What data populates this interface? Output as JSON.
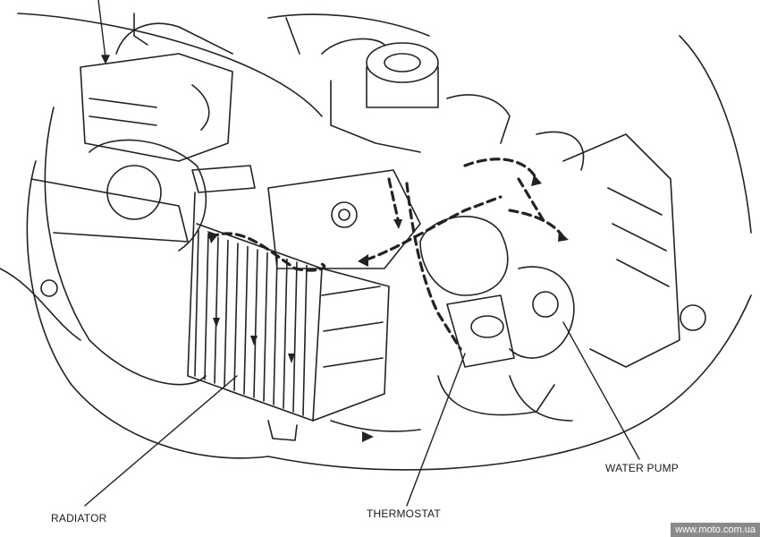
{
  "labels": {
    "radiator": "RADIATOR",
    "thermostat": "THERMOSTAT",
    "water_pump": "WATER PUMP"
  },
  "watermark": "www.moto.com.ua"
}
